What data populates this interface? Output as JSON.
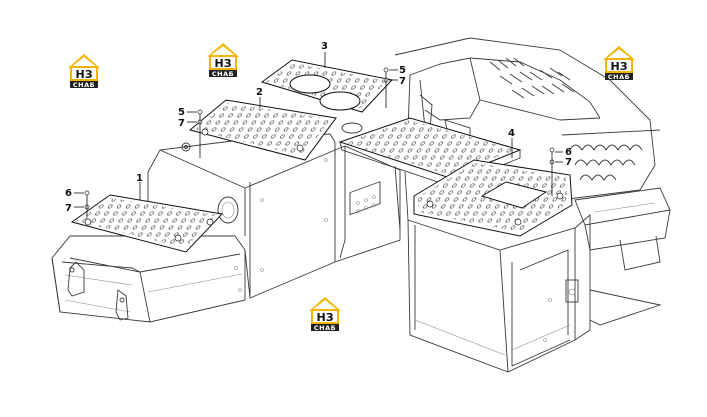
{
  "logo": {
    "top_text": "НЗ",
    "bottom_text": "СНАБ",
    "accent": "#f5b400"
  },
  "callouts": {
    "c1": "1",
    "c2": "2",
    "c3": "3",
    "c4": "4",
    "c5a": "5",
    "c5b": "5",
    "c6a": "6",
    "c6b": "6",
    "c7a": "7",
    "c7b": "7",
    "c7c": "7",
    "c7d": "7"
  }
}
